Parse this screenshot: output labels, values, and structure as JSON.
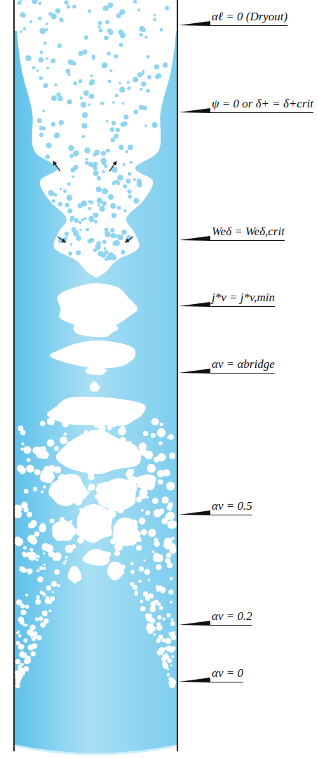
{
  "diagram": {
    "labels": [
      "αℓ = 0 (Dryout)",
      "ψ = 0 or δ+ = δ+crit",
      "Weδ = Weδ,crit",
      "j*v = j*v,min",
      "αv = αbridge",
      "αv = 0.5",
      "αv = 0.2",
      "αv = 0"
    ]
  }
}
